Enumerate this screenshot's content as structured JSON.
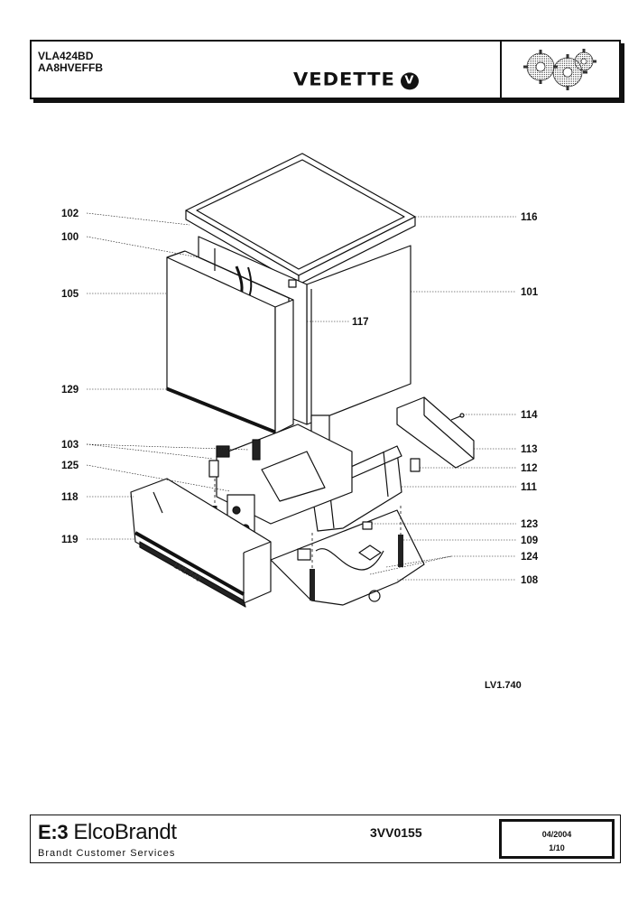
{
  "header": {
    "model_line1": "VLA424BD",
    "model_line2": "AA8HVEFFB",
    "brand": "VEDETTE",
    "brand_logo_glyph": "V",
    "gears_icon": "gears-icon"
  },
  "diagram": {
    "reference": "LV1.740",
    "watermark": "LV1.740",
    "callouts": {
      "c102": "102",
      "c100": "100",
      "c105": "105",
      "c129": "129",
      "c103": "103",
      "c125": "125",
      "c118": "118",
      "c119": "119",
      "c116": "116",
      "c101": "101",
      "c117": "117",
      "c114": "114",
      "c113": "113",
      "c112": "112",
      "c111": "111",
      "c123": "123",
      "c109": "109",
      "c124": "124",
      "c108": "108"
    }
  },
  "footer": {
    "company_mark": "E:3",
    "company": "ElcoBrandt",
    "subtitle": "Brandt Customer Services",
    "doc_code": "3VV0155",
    "date": "04/2004",
    "page": "1/10"
  }
}
